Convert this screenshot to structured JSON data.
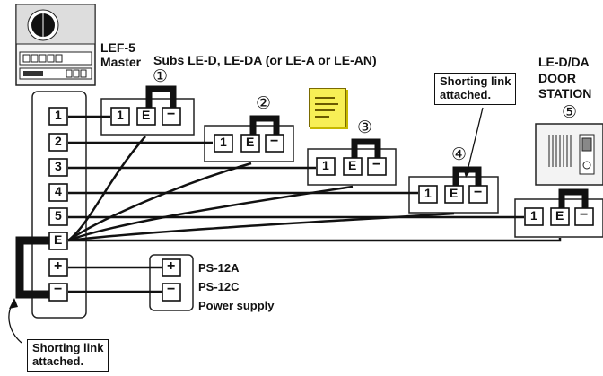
{
  "master": {
    "model": "LEF-5",
    "role": "Master"
  },
  "subs_label": "Subs LE-D, LE-DA (or LE-A or LE-AN)",
  "door_station": {
    "line1": "LE-D/DA",
    "line2": "DOOR",
    "line3": "STATION"
  },
  "master_terminals": [
    "1",
    "2",
    "3",
    "4",
    "5",
    "E",
    "+",
    "−"
  ],
  "sub_terminals": [
    "1",
    "E",
    "−"
  ],
  "sub_numbers": [
    "①",
    "②",
    "③",
    "④",
    "⑤"
  ],
  "power_supply": {
    "terminals": [
      "+",
      "−"
    ],
    "line1": "PS-12A",
    "line2": "PS-12C",
    "line3": "Power supply"
  },
  "notes": {
    "shorting_link_top": {
      "line1": "Shorting link",
      "line2": "attached."
    },
    "shorting_link_bottom": {
      "line1": "Shorting link",
      "line2": "attached."
    }
  },
  "icons": [
    "speaker-icon",
    "note-icon",
    "door-station-icon"
  ]
}
